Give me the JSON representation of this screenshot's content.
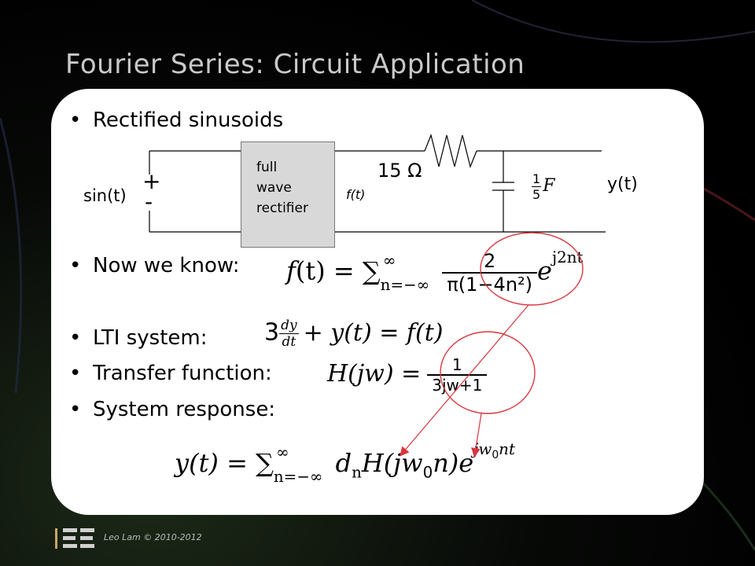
{
  "slide": {
    "title": "Fourier Series: Circuit Application",
    "bullets": [
      "Rectified sinusoids",
      "Now we know:",
      "LTI system:",
      "Transfer function:",
      "System response:"
    ],
    "bullet_symbol": "•",
    "footer": "Leo Lam © 2010-2012",
    "logo": "EE-logo-icon"
  },
  "circuit": {
    "source_label": "sin(t)",
    "plus": "+",
    "minus": "-",
    "rectifier_label": "full\nwave\nrectifier",
    "f_label": "f(t)",
    "resistor_value": "15 Ω",
    "cap_num": "1",
    "cap_den": "5",
    "cap_unit": "F",
    "output_label": "y(t)"
  },
  "equations": {
    "f_lhs": "f",
    "f_paren": "(t) =",
    "sum_sym": "∑",
    "sum_upper": "∞",
    "sum_lower": "n=−∞",
    "f_num": "2",
    "f_den": "π(1−4n²)",
    "f_exp_base": "e",
    "f_exp": "j2nt",
    "lti_coef": "3",
    "lti_dy": "dy",
    "lti_dt": "dt",
    "lti_rest": "+ y(t) = f(t)",
    "h_lhs": "H(jw) =",
    "h_num": "1",
    "h_den": "3jw+1",
    "y_lhs": "y(t) =",
    "y_term": "d",
    "y_sub": "n",
    "y_H": "H(jw",
    "y_H_sub": "0",
    "y_H_end": "n)",
    "y_exp_base": "e",
    "y_exp": "jw",
    "y_exp_sub": "0",
    "y_exp_end": "nt"
  },
  "colors": {
    "annotation": "#d9363e",
    "title": "#c9c9c9",
    "panel": "#ffffff"
  }
}
